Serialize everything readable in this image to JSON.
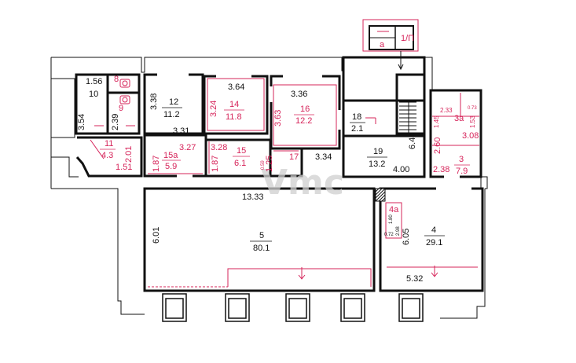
{
  "colors": {
    "wall": "#111111",
    "accent": "#d6245a",
    "hatch": "#b8b8b8",
    "watermark": "#cfcfcf"
  },
  "watermark": "Vmc",
  "stair_labels": {
    "entrance": "a",
    "stair_code": "1/П"
  },
  "rooms": [
    {
      "id": "r10",
      "number": "10",
      "area": ""
    },
    {
      "id": "r8",
      "number": "8",
      "area": ""
    },
    {
      "id": "r9",
      "number": "9",
      "area": ""
    },
    {
      "id": "r11",
      "number": "11",
      "area": "4.3"
    },
    {
      "id": "r12",
      "number": "12",
      "area": "11.2"
    },
    {
      "id": "r14",
      "number": "14",
      "area": "11.8"
    },
    {
      "id": "r16",
      "number": "16",
      "area": "12.2"
    },
    {
      "id": "r15a",
      "number": "15a",
      "area": "5.9"
    },
    {
      "id": "r15",
      "number": "15",
      "area": "6.1"
    },
    {
      "id": "r17",
      "number": "17",
      "area": ""
    },
    {
      "id": "r18",
      "number": "18",
      "area": "2.1"
    },
    {
      "id": "r19",
      "number": "19",
      "area": "13.2"
    },
    {
      "id": "r3a",
      "number": "3a",
      "area": ""
    },
    {
      "id": "r3",
      "number": "3",
      "area": "7.9"
    },
    {
      "id": "r5",
      "number": "5",
      "area": "80.1"
    },
    {
      "id": "r4a",
      "number": "4a",
      "area": ""
    },
    {
      "id": "r4",
      "number": "4",
      "area": "29.1"
    }
  ],
  "dimensions": {
    "d156": "1.56",
    "d354": "3.54",
    "d239": "2.39",
    "d338": "3.38",
    "d331": "3.31",
    "d364": "3.64",
    "d324": "3.24",
    "d336": "3.36",
    "d363": "3.63",
    "d327": "3.27",
    "d328": "3.28",
    "d201": "2.01",
    "d151": "1.51",
    "d187a": "1.87",
    "d187b": "1.87",
    "d125": "1.25",
    "d059": "0.59",
    "d334": "3.34",
    "d644": "6.44",
    "d400": "4.00",
    "d233": "2.33",
    "d073": "0.73",
    "d145": "1.45",
    "d153": "1.53",
    "d308": "3.08",
    "d260": "2.60",
    "d238": "2.38",
    "d1333": "13.33",
    "d601": "6.01",
    "d605": "6.05",
    "d532": "5.32",
    "d180": "1.80",
    "d072": "0.72",
    "d298": "2.98"
  }
}
